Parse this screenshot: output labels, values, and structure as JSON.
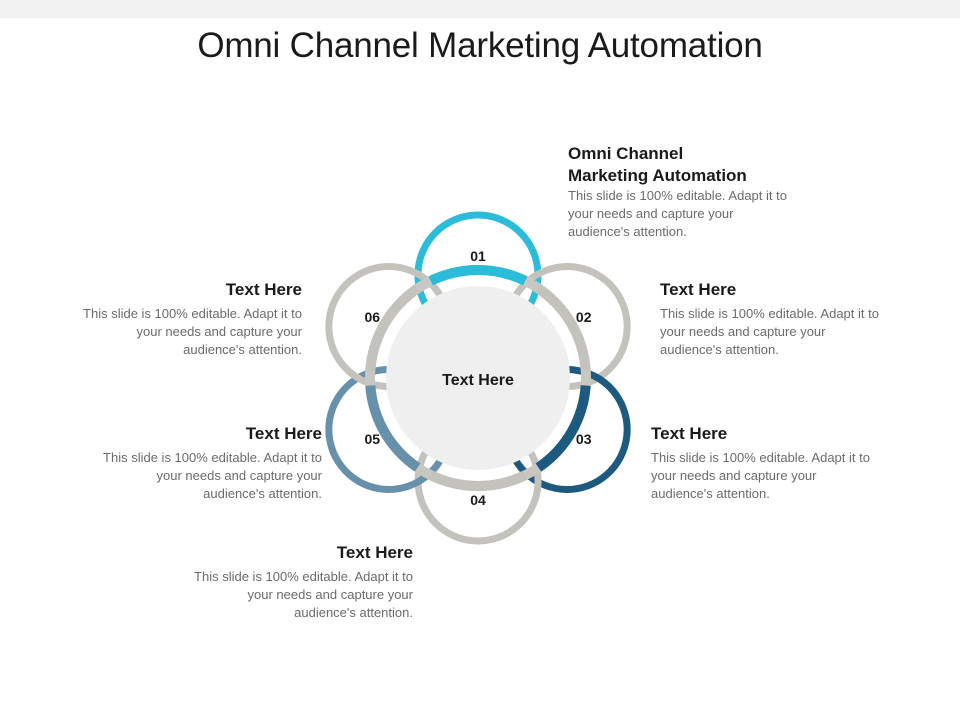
{
  "title": "Omni Channel Marketing Automation",
  "center": {
    "label": "Text Here"
  },
  "steps": [
    {
      "number": "01",
      "color": "#2bbcd9"
    },
    {
      "number": "02",
      "color": "#c3c2bd"
    },
    {
      "number": "03",
      "color": "#1c5a80"
    },
    {
      "number": "04",
      "color": "#c3c2bd"
    },
    {
      "number": "05",
      "color": "#6791ab"
    },
    {
      "number": "06",
      "color": "#c3c2bd"
    }
  ],
  "callouts": [
    {
      "heading": "Omni Channel\n Marketing Automation",
      "body": "This slide is 100% editable. Adapt it to your needs and capture your audience's attention."
    },
    {
      "heading": "Text Here",
      "body": "This slide is 100% editable. Adapt it to your needs and capture your audience's attention."
    },
    {
      "heading": "Text Here",
      "body": "This slide is 100% editable. Adapt it to your needs and capture your audience's attention."
    },
    {
      "heading": "Text Here",
      "body": "This slide is 100% editable. Adapt it to your needs and capture your audience's attention."
    },
    {
      "heading": "Text Here",
      "body": "This slide is 100% editable. Adapt it to your needs and capture your audience's attention."
    },
    {
      "heading": "Text Here",
      "body": "This slide is 100% editable. Adapt it to your needs and capture your audience's attention."
    }
  ]
}
